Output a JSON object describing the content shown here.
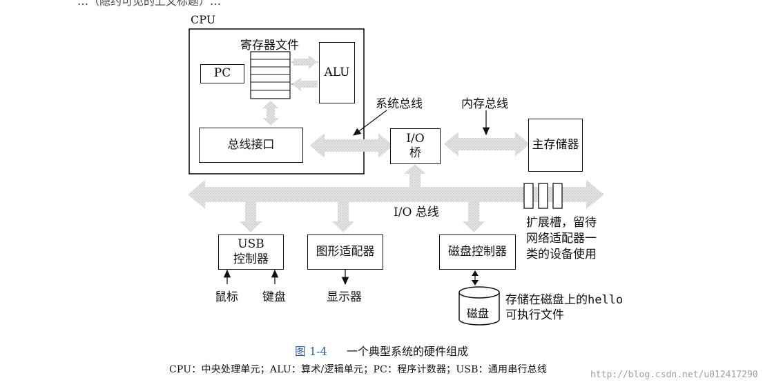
{
  "top_text": "…（隐约可见的上文标题）…",
  "cpu": {
    "label": "CPU"
  },
  "register_file": {
    "label": "寄存器文件"
  },
  "pc": {
    "label": "PC"
  },
  "alu": {
    "label": "ALU"
  },
  "bus_interface": {
    "label": "总线接口"
  },
  "io_bridge": {
    "line1": "I/O",
    "line2": "桥"
  },
  "main_memory": {
    "label": "主存储器"
  },
  "buses": {
    "system_bus": "系统总线",
    "memory_bus": "内存总线",
    "io_bus": "I/O 总线"
  },
  "usb_controller": {
    "line1": "USB",
    "line2": "控制器"
  },
  "graphics_adapter": {
    "label": "图形适配器"
  },
  "disk_controller": {
    "label": "磁盘控制器"
  },
  "devices": {
    "mouse": "鼠标",
    "keyboard": "键盘",
    "display": "显示器",
    "disk": "磁盘"
  },
  "expansion_slots": {
    "line1": "扩展槽，留待",
    "line2": "网络适配器一",
    "line3": "类的设备使用"
  },
  "disk_note": {
    "line1_pre": "存储在磁盘上的",
    "line1_code": "hello",
    "line2": "可执行文件"
  },
  "caption": {
    "figure_number": "图 1-4",
    "title": "一个典型系统的硬件组成",
    "legend": "CPU：中央处理单元；ALU：算术/逻辑单元；PC：程序计数器；USB：通用串行总线"
  },
  "watermark": "http://blog.csdn.net/u012417290",
  "colors": {
    "bus_fill": "#d9d9d9",
    "caption_blue": "#2a5fa8",
    "ink": "#111111"
  }
}
